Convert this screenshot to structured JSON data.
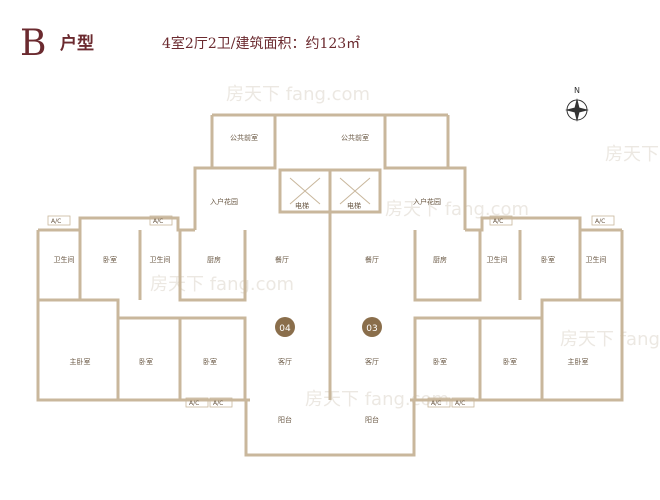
{
  "title": {
    "letter": "B",
    "word": "户型",
    "spec": "4室2厅2卫/建筑面积：约123㎡"
  },
  "compass": {
    "label": "N"
  },
  "units": {
    "left": "04",
    "right": "03"
  },
  "rooms": {
    "public_corridor_left": "公共前室",
    "public_corridor_right": "公共前室",
    "elevator_left": "电梯",
    "elevator_right": "电梯",
    "entry_garden_left": "入户花园",
    "entry_garden_right": "入户花园",
    "kitchen_left": "厨房",
    "kitchen_right": "厨房",
    "dining_left": "餐厅",
    "dining_right": "餐厅",
    "living_left": "客厅",
    "living_right": "客厅",
    "balcony_left": "阳台",
    "balcony_right": "阳台",
    "bath_far_left": "卫生间",
    "bath_left_inner": "卫生间",
    "bath_right_inner": "卫生间",
    "bath_far_right": "卫生间",
    "bedroom_top_left": "卧室",
    "bedroom_top_right": "卧室",
    "master_left": "主卧室",
    "master_right": "主卧室",
    "bedroom_left_mid": "卧室",
    "bedroom_left_inner": "卧室",
    "bedroom_right_inner": "卧室",
    "bedroom_right_mid": "卧室"
  },
  "ac_label": "A/C",
  "watermark": "房天下 fang.com",
  "colors": {
    "title": "#6b2a2f",
    "wall": "#c9b79c",
    "room_text": "#6a5844",
    "unit_badge": "#8a6e4b"
  }
}
